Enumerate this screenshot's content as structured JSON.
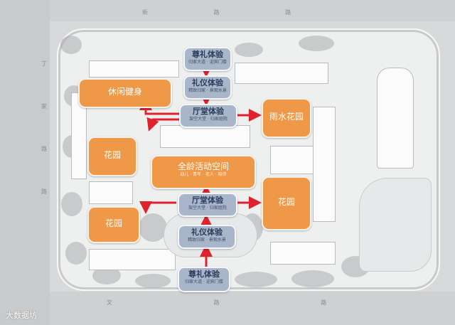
{
  "roads": {
    "north": "新 路 路",
    "south": "文 路 路",
    "west": "丁 家 路 路"
  },
  "nodes": {
    "top_ceremony": {
      "title": "尊礼体验",
      "sub": "归家大道 · 迎宾门楼"
    },
    "top_etiquette": {
      "title": "礼仪体验",
      "sub": "精致归家 · 景观水景"
    },
    "hall_upper": {
      "title": "厅堂体验",
      "sub": "架空大堂 · 归家庭院"
    },
    "hall_lower": {
      "title": "厅堂体验",
      "sub": "架空大堂 · 归家庭院"
    },
    "bottom_etiquette": {
      "title": "礼仪体验",
      "sub": "精致归家 · 景观水景"
    },
    "bottom_ceremony": {
      "title": "尊礼体验",
      "sub": "归家大道 · 迎宾门楼"
    }
  },
  "zones": {
    "leisure": {
      "title": "休闲健身"
    },
    "rain_garden": {
      "title": "雨水花园"
    },
    "garden_left": {
      "title": "花园"
    },
    "all_age": {
      "title": "全龄活动空间",
      "sub": "幼儿 · 青年 · 老人 · 陪伴"
    },
    "garden_right": {
      "title": "花园"
    },
    "garden_left_lower": {
      "title": "花园"
    }
  },
  "colors": {
    "node_fill": "#a9b6c9",
    "zone_fill": "#ef9847",
    "arrow": "#e0222e"
  },
  "watermark": "大数据坊"
}
